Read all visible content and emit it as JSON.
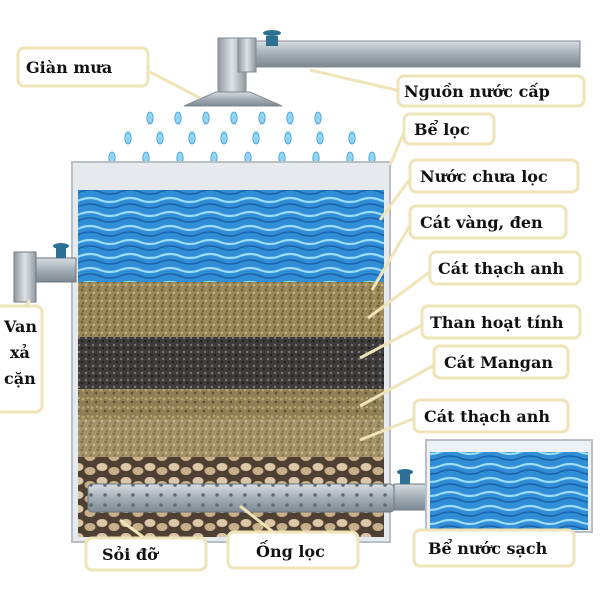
{
  "labels": {
    "rain_frame": "Giàn mưa",
    "water_source": "Nguồn nước cấp",
    "filter_tank": "Bể lọc",
    "unfiltered_water": "Nước chưa lọc",
    "yellow_black_sand": "Cát vàng, đen",
    "quartz_sand_top": "Cát thạch anh",
    "activated_carbon": "Than hoạt tính",
    "manganese_sand": "Cát Mangan",
    "quartz_sand_bottom": "Cát thạch anh",
    "drain_valve": [
      "Van",
      "xả",
      "cặn"
    ],
    "support_gravel": "Sỏi đỡ",
    "filter_pipe": "Ống lọc",
    "clean_water_tank": "Bể nước sạch"
  },
  "colors": {
    "water": "#2f8ed6",
    "water_light": "#8fd3f5",
    "sand_yellow": "#9c8a5a",
    "quartz": "#a38f61",
    "carbon": "#3e3b3a",
    "manganese": "#8a7a52",
    "gravel": "#6b5a45",
    "pipe": "#a9b2ba",
    "valve": "#2e6f95",
    "label_border": "#efe4b8"
  }
}
